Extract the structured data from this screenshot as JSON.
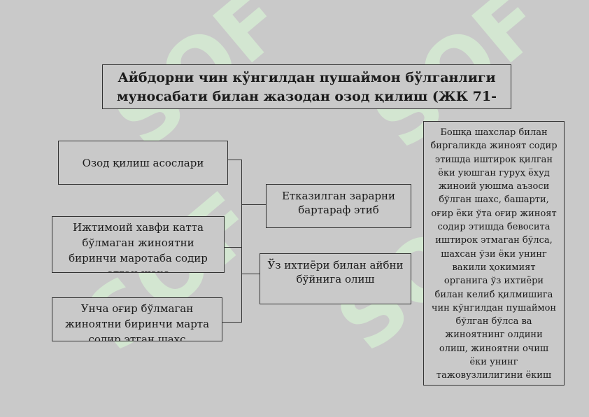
{
  "diagram": {
    "title": "Айбдорни чин кўнгилдан пушаймон бўлганлиги муносабати билан жазодан озод қилиш (ЖК 71-",
    "nodes": {
      "grounds": "Озод қилиш асослари",
      "first_minor_crime": "Ижтимоий хавфи катта бўлмаган жиноятни биринчи маротаба содир этган шахс",
      "first_less_grave_crime": "Унча оғир бўлмаган жиноятни биринчи марта содир этган шахс",
      "compensated_damage": "Етказилган зарарни бартараф этиб",
      "voluntary_confession": "Ўз ихтиёри билан айбни бўйнига олиш",
      "side_note": "Бошқа шахслар билан биргаликда жиноят содир этишда иштирок қилган ёки уюшган гуруҳ ёхуд жиноий уюшма аъзоси бўлган шахс, башарти, оғир ёки ўта оғир жиноят содир этишда бевосита иштирок этмаган бўлса, шахсан ўзи ёки унинг вакили ҳокимият органига ўз ихтиёри билан келиб қилмишига чин кўнгилдан пушаймон бўлган бўлса ва жиноятнинг олдини олиш, жиноятни очиш ёки унинг тажовузлилигини ёкиш"
    },
    "watermark_text": "SOF"
  }
}
